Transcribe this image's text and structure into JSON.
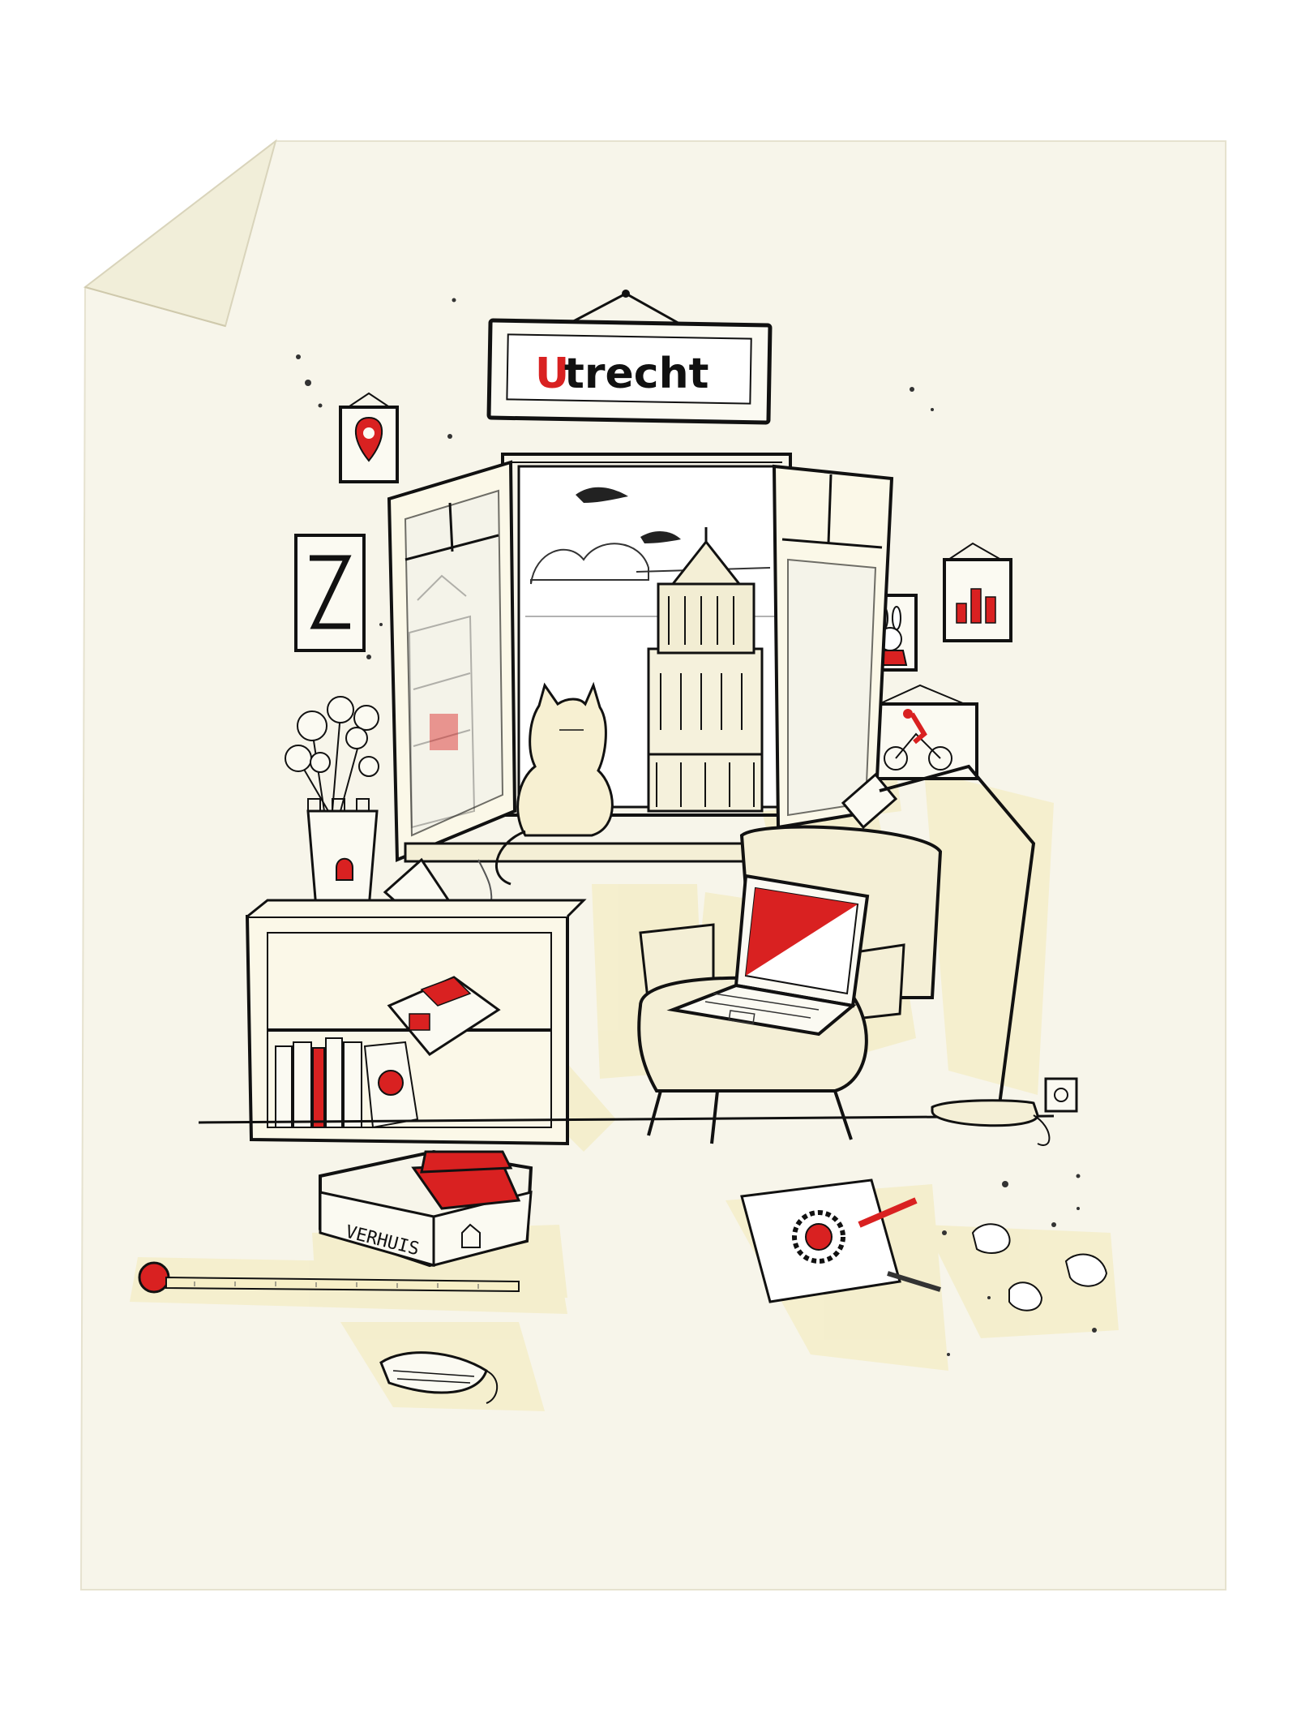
{
  "sign": {
    "title_first_letter": "U",
    "title_rest": "trecht"
  },
  "box": {
    "label": "VERHUIS"
  },
  "colors": {
    "paper": "#f7f5ea",
    "paper_fold": "#f1eed9",
    "tape": "#f4edc9",
    "ink": "#111111",
    "accent_red": "#d92121",
    "sky": "#ffffff"
  }
}
